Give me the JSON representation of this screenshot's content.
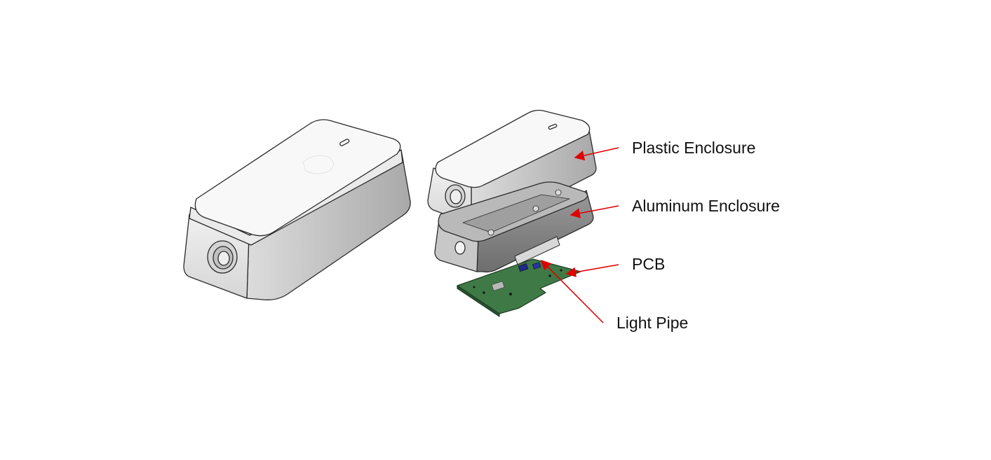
{
  "callouts": [
    {
      "id": "plastic_enclosure",
      "label": "Plastic Enclosure"
    },
    {
      "id": "aluminum_enclosure",
      "label": "Aluminum Enclosure"
    },
    {
      "id": "pcb",
      "label": "PCB"
    },
    {
      "id": "light_pipe",
      "label": "Light Pipe"
    }
  ],
  "colors": {
    "arrow": "#e00000",
    "outline": "#2b2b2b",
    "top_face": "#f7f7f7",
    "plastic_side": "#e4e4e4",
    "aluminum_side": "#8e8e8e",
    "aluminum_front": "#c8c8c8",
    "pcb_board": "#3f7a46"
  }
}
